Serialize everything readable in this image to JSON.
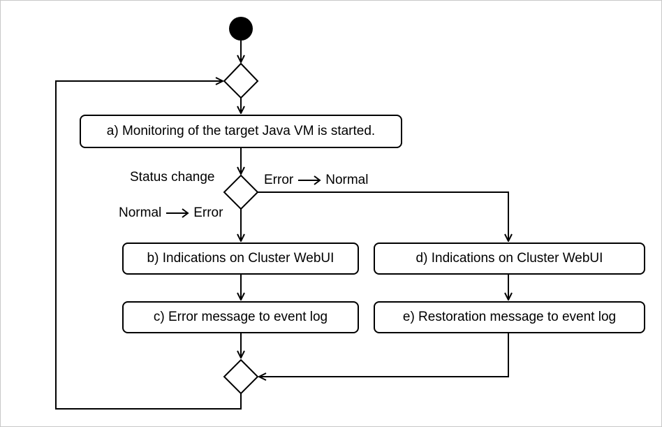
{
  "steps": {
    "a": "a) Monitoring of the target Java VM is started.",
    "b": "b) Indications on Cluster WebUI",
    "c": "c) Error message to event log",
    "d": "d) Indications on Cluster WebUI",
    "e": "e) Restoration message to event log"
  },
  "labels": {
    "status_change": "Status change",
    "error_to_normal": {
      "from": "Error",
      "to": "Normal"
    },
    "normal_to_error": {
      "from": "Normal",
      "to": "Error"
    }
  },
  "colors": {
    "stroke": "#000000",
    "background": "#ffffff",
    "frame": "#c8c8c8"
  }
}
